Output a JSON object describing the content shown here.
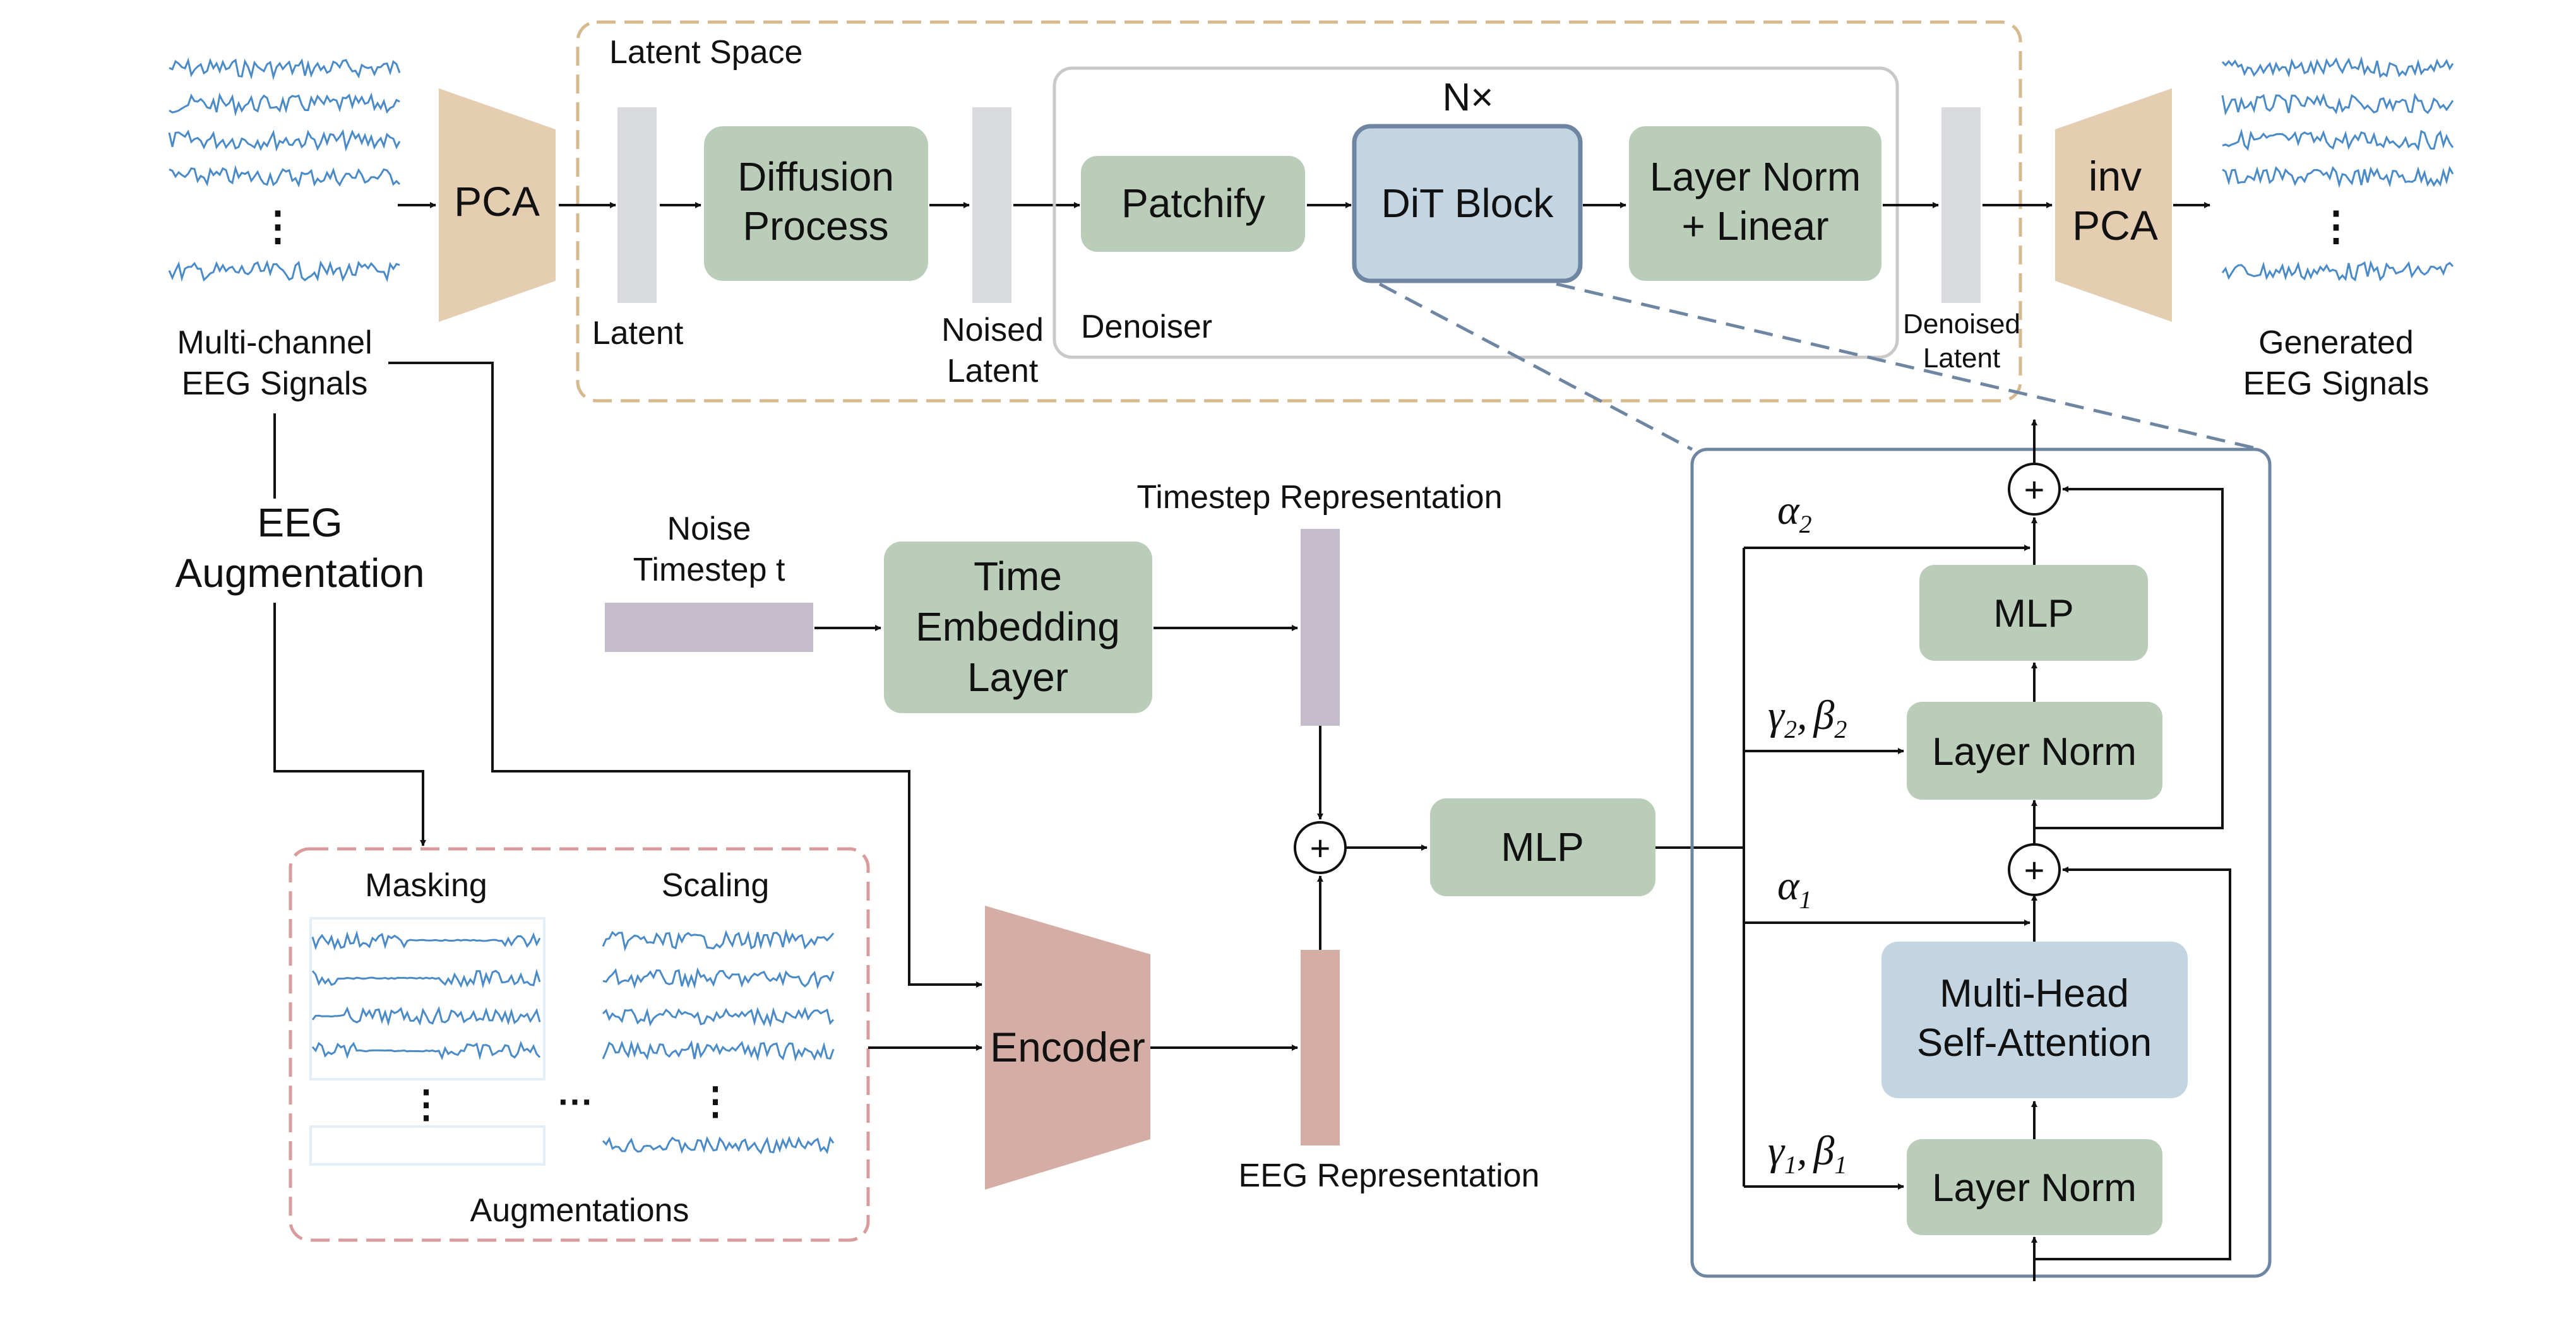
{
  "latent_space": {
    "title": "Latent Space"
  },
  "input": {
    "label_line1": "Multi-channel",
    "label_line2": "EEG Signals"
  },
  "pca": {
    "label": "PCA"
  },
  "latent": {
    "label": "Latent"
  },
  "diffusion": {
    "line1": "Diffusion",
    "line2": "Process"
  },
  "noised_latent": {
    "line1": "Noised",
    "line2": "Latent"
  },
  "denoiser": {
    "label": "Denoiser",
    "repeat_label": "N×",
    "patchify": "Patchify",
    "dit_block": "DiT Block",
    "layer_norm_linear_line1": "Layer Norm",
    "layer_norm_linear_line2": "+ Linear"
  },
  "denoised_latent": {
    "line1": "Denoised",
    "line2": "Latent"
  },
  "inv_pca": {
    "line1": "inv",
    "line2": "PCA"
  },
  "output": {
    "label_line1": "Generated",
    "label_line2": "EEG Signals"
  },
  "augmentation": {
    "label_line1": "EEG",
    "label_line2": "Augmentation",
    "masking": "Masking",
    "scaling": "Scaling",
    "title": "Augmentations"
  },
  "noise_timestep": {
    "line1": "Noise",
    "line2": "Timestep t"
  },
  "time_embedding": {
    "line1": "Time",
    "line2": "Embedding",
    "line3": "Layer"
  },
  "timestep_repr": {
    "label": "Timestep Representation"
  },
  "encoder": {
    "label": "Encoder"
  },
  "eeg_repr": {
    "label": "EEG Representation"
  },
  "mlp_cond": {
    "label": "MLP"
  },
  "dit_detail": {
    "mlp": "MLP",
    "layer_norm_top": "Layer Norm",
    "attention_line1": "Multi-Head",
    "attention_line2": "Self-Attention",
    "layer_norm_bottom": "Layer Norm",
    "alpha2": "α",
    "alpha2_sub": "2",
    "gamma2": "γ",
    "gamma2_sub": "2",
    "beta2": "β",
    "beta2_sub": "2",
    "alpha1": "α",
    "alpha1_sub": "1",
    "gamma1": "γ",
    "gamma1_sub": "1",
    "beta1": "β",
    "beta1_sub": "1",
    "comma": ","
  },
  "symbols": {
    "plus": "+",
    "vdots": "⋮",
    "hdots": "···"
  },
  "colors": {
    "green_block": "#b9cdb9",
    "blue_block": "#c3d5e2",
    "pca_fill": "#e4cdb1",
    "encoder_fill": "#d4aea5",
    "latent_bar": "#d9dadd",
    "timestep_bar": "#c5bccb",
    "eeg_repr_bar": "#d4aea5",
    "signal_blue": "#4a8ac6",
    "latent_border": "#d6b98f",
    "aug_border": "#d99c9c",
    "detail_border": "#6f86a3"
  }
}
